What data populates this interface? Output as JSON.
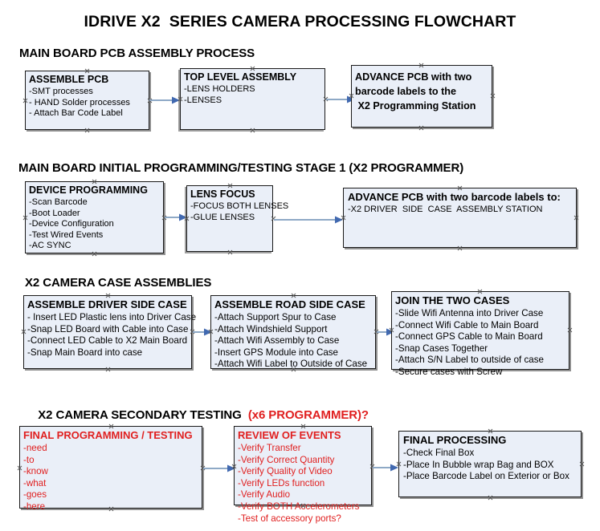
{
  "document": {
    "title": "IDRIVE X2  SERIES CAMERA PROCESSING FLOWCHART"
  },
  "colors": {
    "box_fill": "#eaeff8",
    "box_border": "#1a1a1a",
    "arrow_line": "#8ea9c6",
    "arrow_head": "#4169b0",
    "accent_red": "#e02020",
    "text": "#000000"
  },
  "sections": [
    {
      "heading": "MAIN BOARD PCB ASSEMBLY PROCESS",
      "heading_accent": "",
      "boxes": [
        {
          "title": "ASSEMBLE PCB",
          "lines": [
            "-SMT processes",
            "- HAND Solder processes",
            "- Attach Bar Code Label"
          ]
        },
        {
          "title": "TOP LEVEL ASSEMBLY",
          "lines": [
            "-LENS HOLDERS",
            "-LENSES"
          ]
        },
        {
          "title": "ADVANCE PCB with two\nbarcode labels to the\n X2 Programming Station",
          "lines": []
        }
      ]
    },
    {
      "heading": "MAIN BOARD INITIAL PROGRAMMING/TESTING STAGE 1 (X2 PROGRAMMER)",
      "heading_accent": "",
      "boxes": [
        {
          "title": "DEVICE PROGRAMMING",
          "lines": [
            "-Scan Barcode",
            "-Boot Loader",
            "-Device Configuration",
            "-Test Wired Events",
            "-AC SYNC"
          ]
        },
        {
          "title": "LENS FOCUS",
          "lines": [
            "-FOCUS BOTH LENSES",
            "-GLUE LENSES"
          ]
        },
        {
          "title": "ADVANCE PCB with two barcode labels to:",
          "lines": [
            "-X2 DRIVER  SIDE  CASE  ASSEMBLY STATION"
          ]
        }
      ]
    },
    {
      "heading": "X2 CAMERA CASE ASSEMBLIES",
      "heading_accent": "",
      "boxes": [
        {
          "title": "ASSEMBLE DRIVER SIDE CASE",
          "lines": [
            "- Insert LED Plastic lens into Driver Case",
            "-Snap LED Board with Cable into Case",
            "-Connect LED Cable to X2 Main Board",
            "-Snap Main Board into case"
          ]
        },
        {
          "title": "ASSEMBLE ROAD SIDE CASE",
          "lines": [
            "-Attach Support Spur to Case",
            "-Attach Windshield Support",
            "-Attach Wifi Assembly to Case",
            "-Insert GPS Module into Case",
            "-Attach Wifi Label to Outside of Case"
          ]
        },
        {
          "title": "JOIN THE TWO CASES",
          "lines": [
            "-Slide Wifi Antenna into Driver Case",
            "-Connect Wifi Cable to Main Board",
            "-Connect GPS Cable to Main Board",
            "-Snap Cases Together",
            "-Attach S/N Label to outside of case",
            "-Secure cases with Screw"
          ]
        }
      ]
    },
    {
      "heading": "X2 CAMERA SECONDARY TESTING  ",
      "heading_accent": "(x6 PROGRAMMER)?",
      "boxes": [
        {
          "title": "FINAL PROGRAMMING / TESTING",
          "lines": [
            "-need",
            "-to",
            "-know",
            "-what",
            "-goes",
            "-here"
          ]
        },
        {
          "title": "REVIEW OF EVENTS",
          "lines": [
            "-Verify Transfer",
            "-Verify Correct Quantity",
            "-Verify Quality of Video",
            "-Verify LEDs function",
            "-Verify Audio",
            "-Verify BOTH Accelerometers",
            "-Test of accessory ports?"
          ]
        },
        {
          "title": "FINAL PROCESSING",
          "lines": [
            "-Check Final Box",
            "-Place In Bubble wrap Bag and BOX",
            "-Place Barcode Label on Exterior or Box"
          ]
        }
      ]
    }
  ]
}
